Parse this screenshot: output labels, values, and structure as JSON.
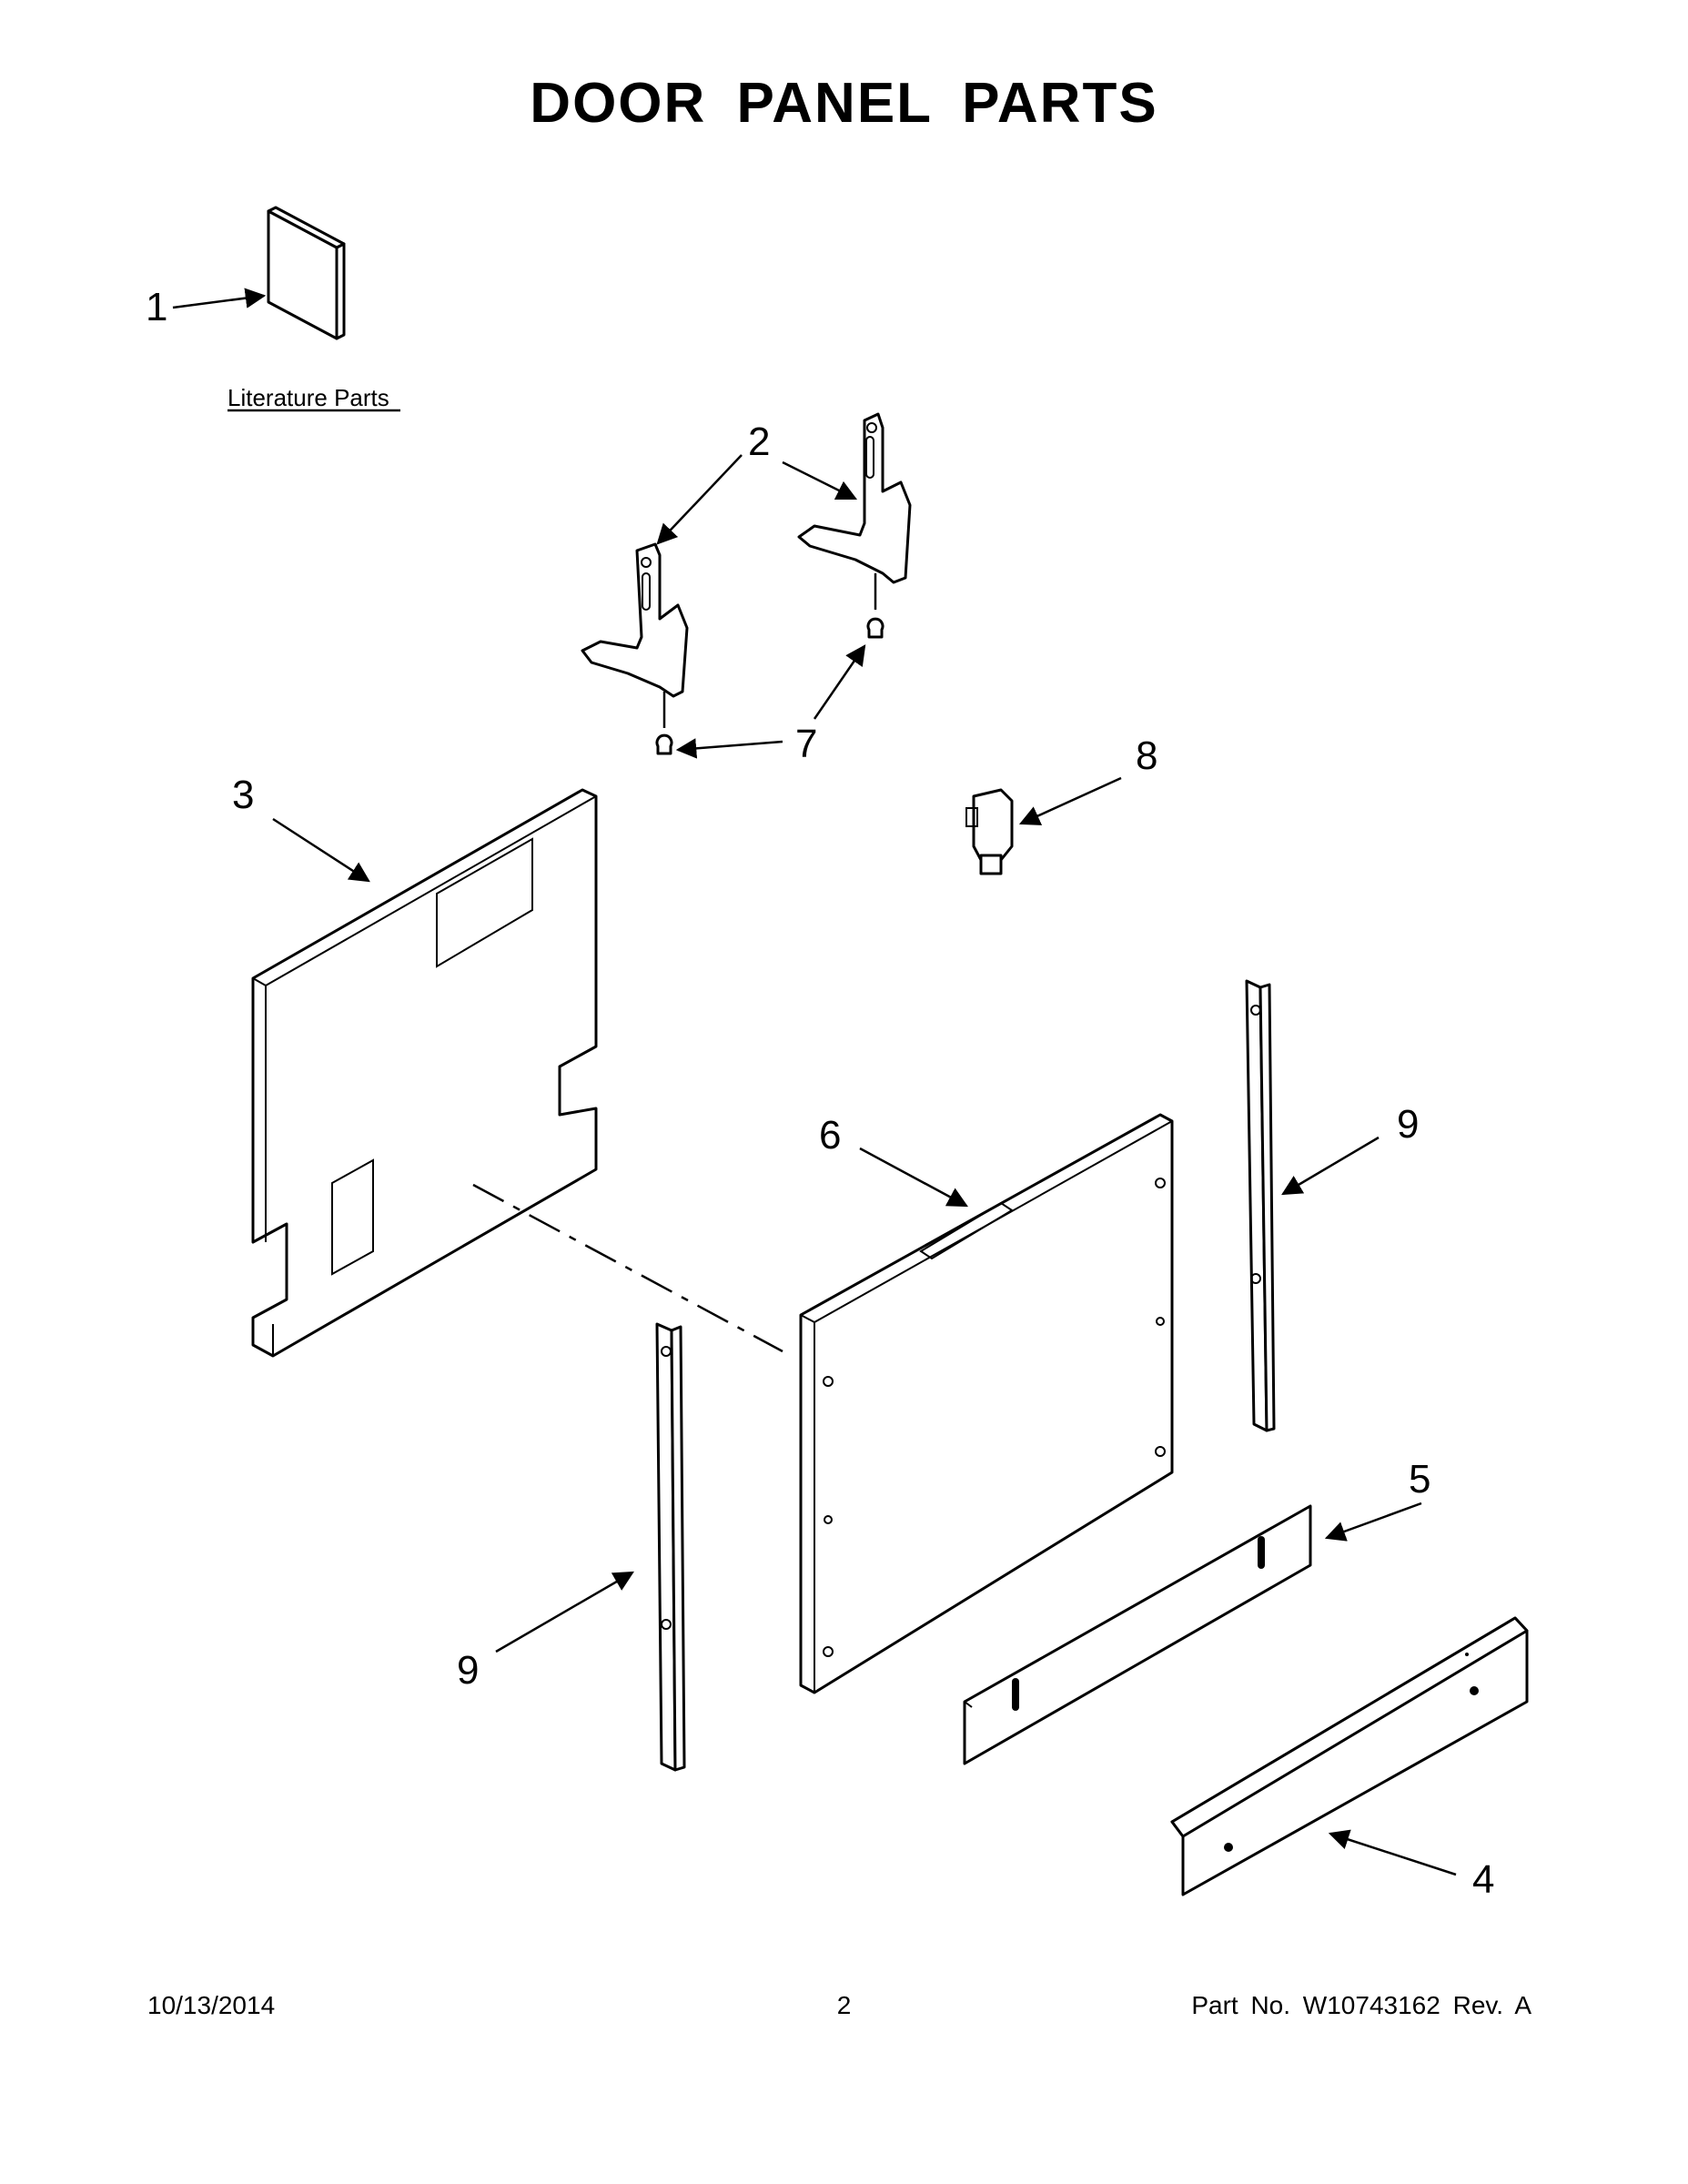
{
  "title": "DOOR PANEL PARTS",
  "literature_label": "Literature Parts",
  "callouts": {
    "c1": "1",
    "c2": "2",
    "c3": "3",
    "c4": "4",
    "c5": "5",
    "c6": "6",
    "c7": "7",
    "c8": "8",
    "c9a": "9",
    "c9b": "9"
  },
  "footer": {
    "date": "10/13/2014",
    "page": "2",
    "part": "Part No.  W10743162  Rev.  A"
  }
}
